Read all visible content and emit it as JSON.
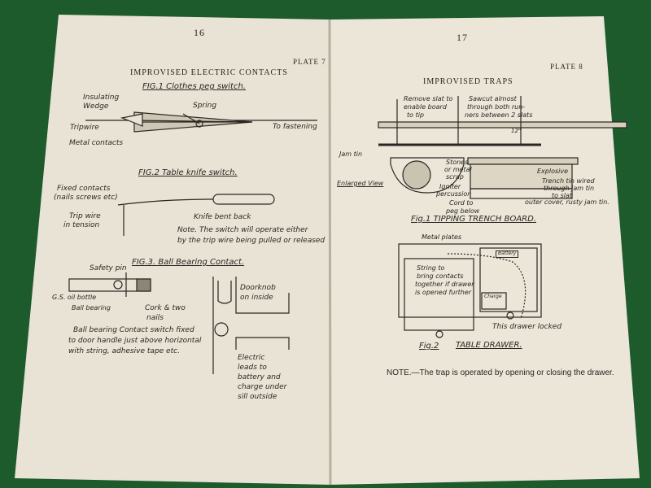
{
  "colors": {
    "background": "#1d5a2c",
    "paper": "#e9e4d6",
    "ink": "#2a2622"
  },
  "left_page": {
    "page_number": "16",
    "plate": "PLATE 7",
    "title": "IMPROVISED ELECTRIC CONTACTS",
    "fig1": {
      "caption": "FIG.1 Clothes peg switch.",
      "labels": [
        "Insulating",
        "Wedge",
        "Spring",
        "Tripwire",
        "Metal contacts",
        "To fastening"
      ]
    },
    "fig2": {
      "caption": "FIG.2 Table knife switch.",
      "labels": [
        "Fixed contacts",
        "(nails screws etc)",
        "Trip wire",
        "in tension",
        "Knife bent back"
      ],
      "note_line1": "Note. The switch will operate either",
      "note_line2": "by the trip wire being pulled or released"
    },
    "fig3": {
      "caption": "FIG.3. Ball Bearing Contact.",
      "labels": [
        "Safety pin",
        "G.S. oil bottle",
        "Ball bearing",
        "Cork & two",
        "nails",
        "Doorknob",
        "on inside"
      ],
      "desc": [
        "Ball bearing Contact switch fixed",
        "to door handle just above horizontal",
        "with string, adhesive tape etc."
      ],
      "leads": [
        "Electric",
        "leads to",
        "battery and",
        "charge under",
        "sill outside"
      ]
    }
  },
  "right_page": {
    "page_number": "17",
    "plate": "PLATE 8",
    "title": "IMPROVISED TRAPS",
    "fig1": {
      "caption": "Fig.1 TIPPING TRENCH BOARD.",
      "remove": [
        "Remove slat to",
        "enable board",
        "to tip"
      ],
      "sawcut": [
        "Sawcut almost",
        "through both run-",
        "ners between 2 slats"
      ],
      "spacing": "12\"",
      "jam_tin": "Jam tin",
      "enlarged": "Enlarged View",
      "stones": [
        "Stones",
        "or metal",
        "scrap"
      ],
      "explosive": "Explosive",
      "trench": [
        "Trench tin wired",
        "through jam tin",
        "to slat"
      ],
      "igniter": [
        "Igniter",
        "percussion"
      ],
      "cord": [
        "Cord to",
        "peg below"
      ],
      "outer": "outer cover, rusty jam tin."
    },
    "fig2": {
      "caption_prefix": "Fig.2",
      "caption": "TABLE DRAWER.",
      "metal_plates": "Metal plates",
      "battery": "Battery",
      "string": [
        "String to",
        "bring contacts",
        "together if drawer",
        "is opened further"
      ],
      "charge": "Charge",
      "locked": "This drawer locked"
    },
    "note": "NOTE.—The trap is operated by opening or closing the drawer."
  }
}
